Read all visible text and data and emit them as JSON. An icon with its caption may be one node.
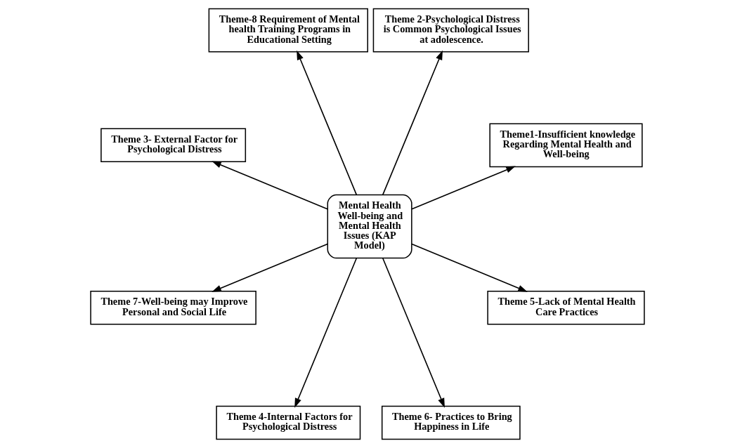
{
  "diagram": {
    "nodes": [
      {
        "text": [
          "Theme1-Insufficient knowledge Regarding Mental Health and Well-being"
        ]
      },
      {
        "text": [
          "Theme 2-Psychological Distress is Common Psychological Issues at adolescence."
        ]
      },
      {
        "text": [
          "Theme-8 Requirement of Mental health Training Programs in Educational Setting"
        ]
      },
      {
        "text": [
          "Mental Health Well-being and Mental Health Issues (KAP Model)"
        ]
      },
      {
        "text": [
          "Theme 3- External Factor for Psychological Distress"
        ]
      },
      {
        "text": [
          "Theme 7-Well-being may Improve Personal and Social Life"
        ]
      },
      {
        "text": [
          "Theme 4-Internal Factors for Psychological Distress"
        ]
      },
      {
        "text": [
          "Theme 6- Practices to Bring Happiness in Life"
        ]
      },
      {
        "text": [
          "Theme 5-Lack of Mental Health Care Practices"
        ]
      }
    ],
    "edges": [
      {
        "from": 3,
        "to": 0,
        "arrow": "to"
      },
      {
        "from": 3,
        "to": 1,
        "arrow": "to"
      },
      {
        "from": 3,
        "to": 4,
        "arrow": "to"
      },
      {
        "from": 3,
        "to": 6,
        "arrow": "to"
      },
      {
        "from": 3,
        "to": 8,
        "arrow": "to"
      },
      {
        "from": 3,
        "to": 7,
        "arrow": "to"
      },
      {
        "from": 3,
        "to": 5,
        "arrow": "to"
      },
      {
        "from": 3,
        "to": 2,
        "arrow": "to"
      }
    ]
  }
}
